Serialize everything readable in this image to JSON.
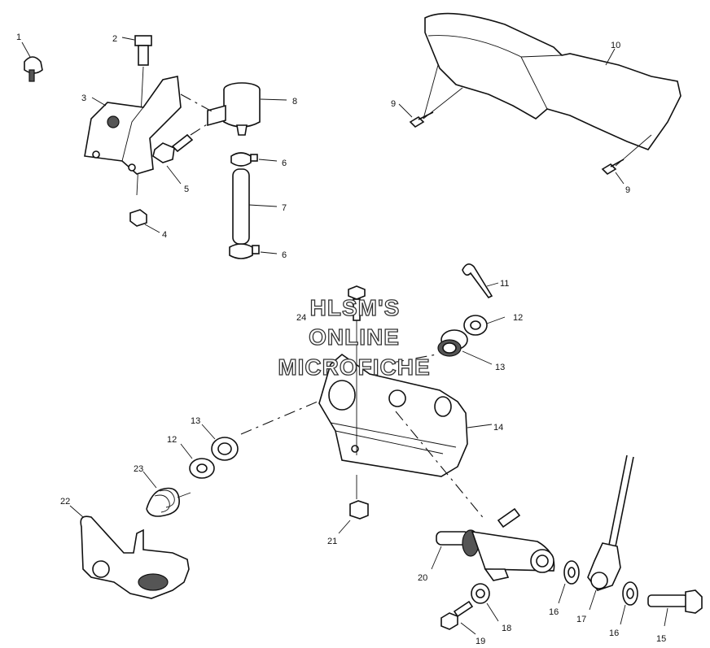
{
  "watermark": {
    "line1": "HLSM'S",
    "line2": "ONLINE",
    "line3": "MICROFICHE"
  },
  "callouts": {
    "c1": "1",
    "c2": "2",
    "c3": "3",
    "c4": "4",
    "c5": "5",
    "c6a": "6",
    "c6b": "6",
    "c7": "7",
    "c8": "8",
    "c9a": "9",
    "c9b": "9",
    "c10": "10",
    "c11": "11",
    "c12a": "12",
    "c12b": "12",
    "c13a": "13",
    "c13b": "13",
    "c14": "14",
    "c15": "15",
    "c16a": "16",
    "c16b": "16",
    "c17": "17",
    "c18": "18",
    "c19": "19",
    "c20": "20",
    "c21": "21",
    "c22": "22",
    "c23": "23",
    "c24": "24"
  }
}
